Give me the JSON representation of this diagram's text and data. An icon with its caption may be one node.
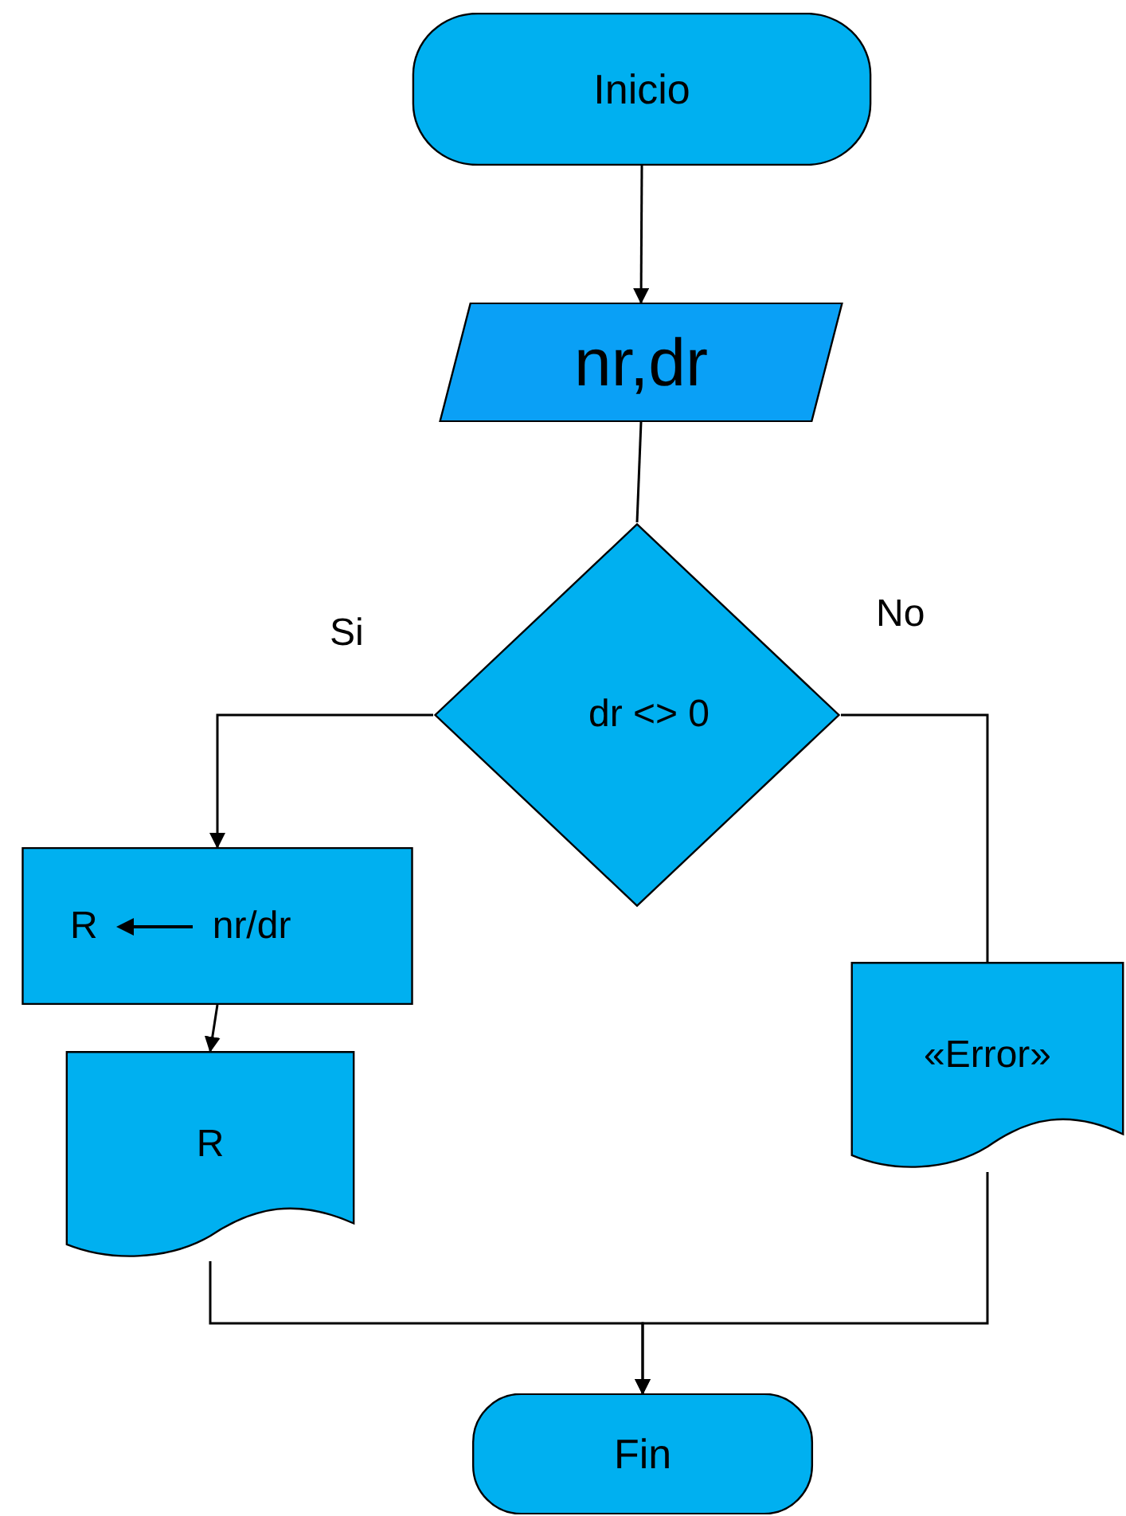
{
  "diagram": {
    "nodes": [
      {
        "text": [
          "Inicio"
        ]
      },
      {
        "text": [
          "nr,dr"
        ]
      },
      {
        "text": [
          "dr <> 0"
        ]
      },
      {
        "text": [
          "R",
          "nr/dr"
        ]
      },
      {
        "text": [
          "R"
        ]
      },
      {
        "text": [
          "«Error»"
        ]
      },
      {
        "text": [
          "Fin"
        ]
      }
    ],
    "edges": [
      {
        "from": 0,
        "to": 1,
        "arrow": "to"
      },
      {
        "from": 1,
        "to": 2,
        "arrow": "none"
      },
      {
        "from": 2,
        "to": 3,
        "arrow": "to",
        "label": "Si"
      },
      {
        "from": 2,
        "to": 5,
        "arrow": "none",
        "label": "No"
      },
      {
        "from": 3,
        "to": 4,
        "arrow": "to"
      },
      {
        "from": 4,
        "to": 6,
        "arrow": "to"
      },
      {
        "from": 5,
        "to": 6,
        "arrow": "to"
      }
    ]
  }
}
